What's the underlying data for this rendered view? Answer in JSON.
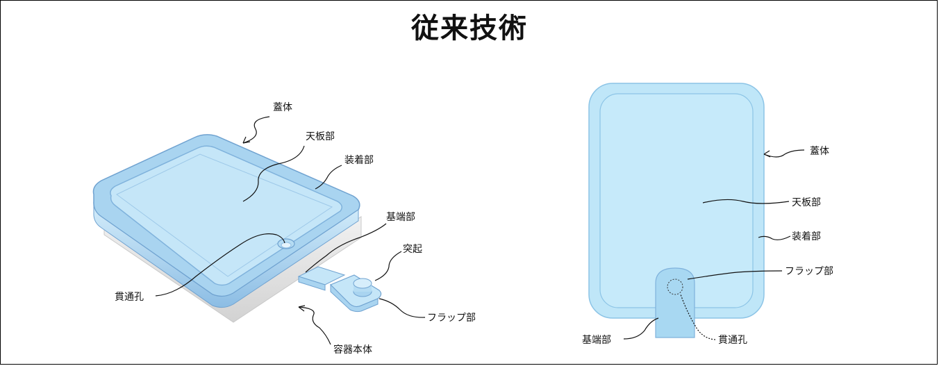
{
  "title": "従来技術",
  "left_labels": {
    "lid": "蓋体",
    "top_plate": "天板部",
    "mounting": "装着部",
    "base_end": "基端部",
    "protrusion": "突起",
    "through_hole": "貫通孔",
    "flap": "フラップ部",
    "container": "容器本体"
  },
  "right_labels": {
    "lid": "蓋体",
    "top_plate": "天板部",
    "mounting": "装着部",
    "flap": "フラップ部",
    "base_end": "基端部",
    "through_hole": "貫通孔"
  },
  "colors": {
    "lid_fill": "#bfe6f8",
    "lid_edge": "#7fb2dc",
    "container_fill": "#e4e4e4",
    "line": "#111111"
  }
}
